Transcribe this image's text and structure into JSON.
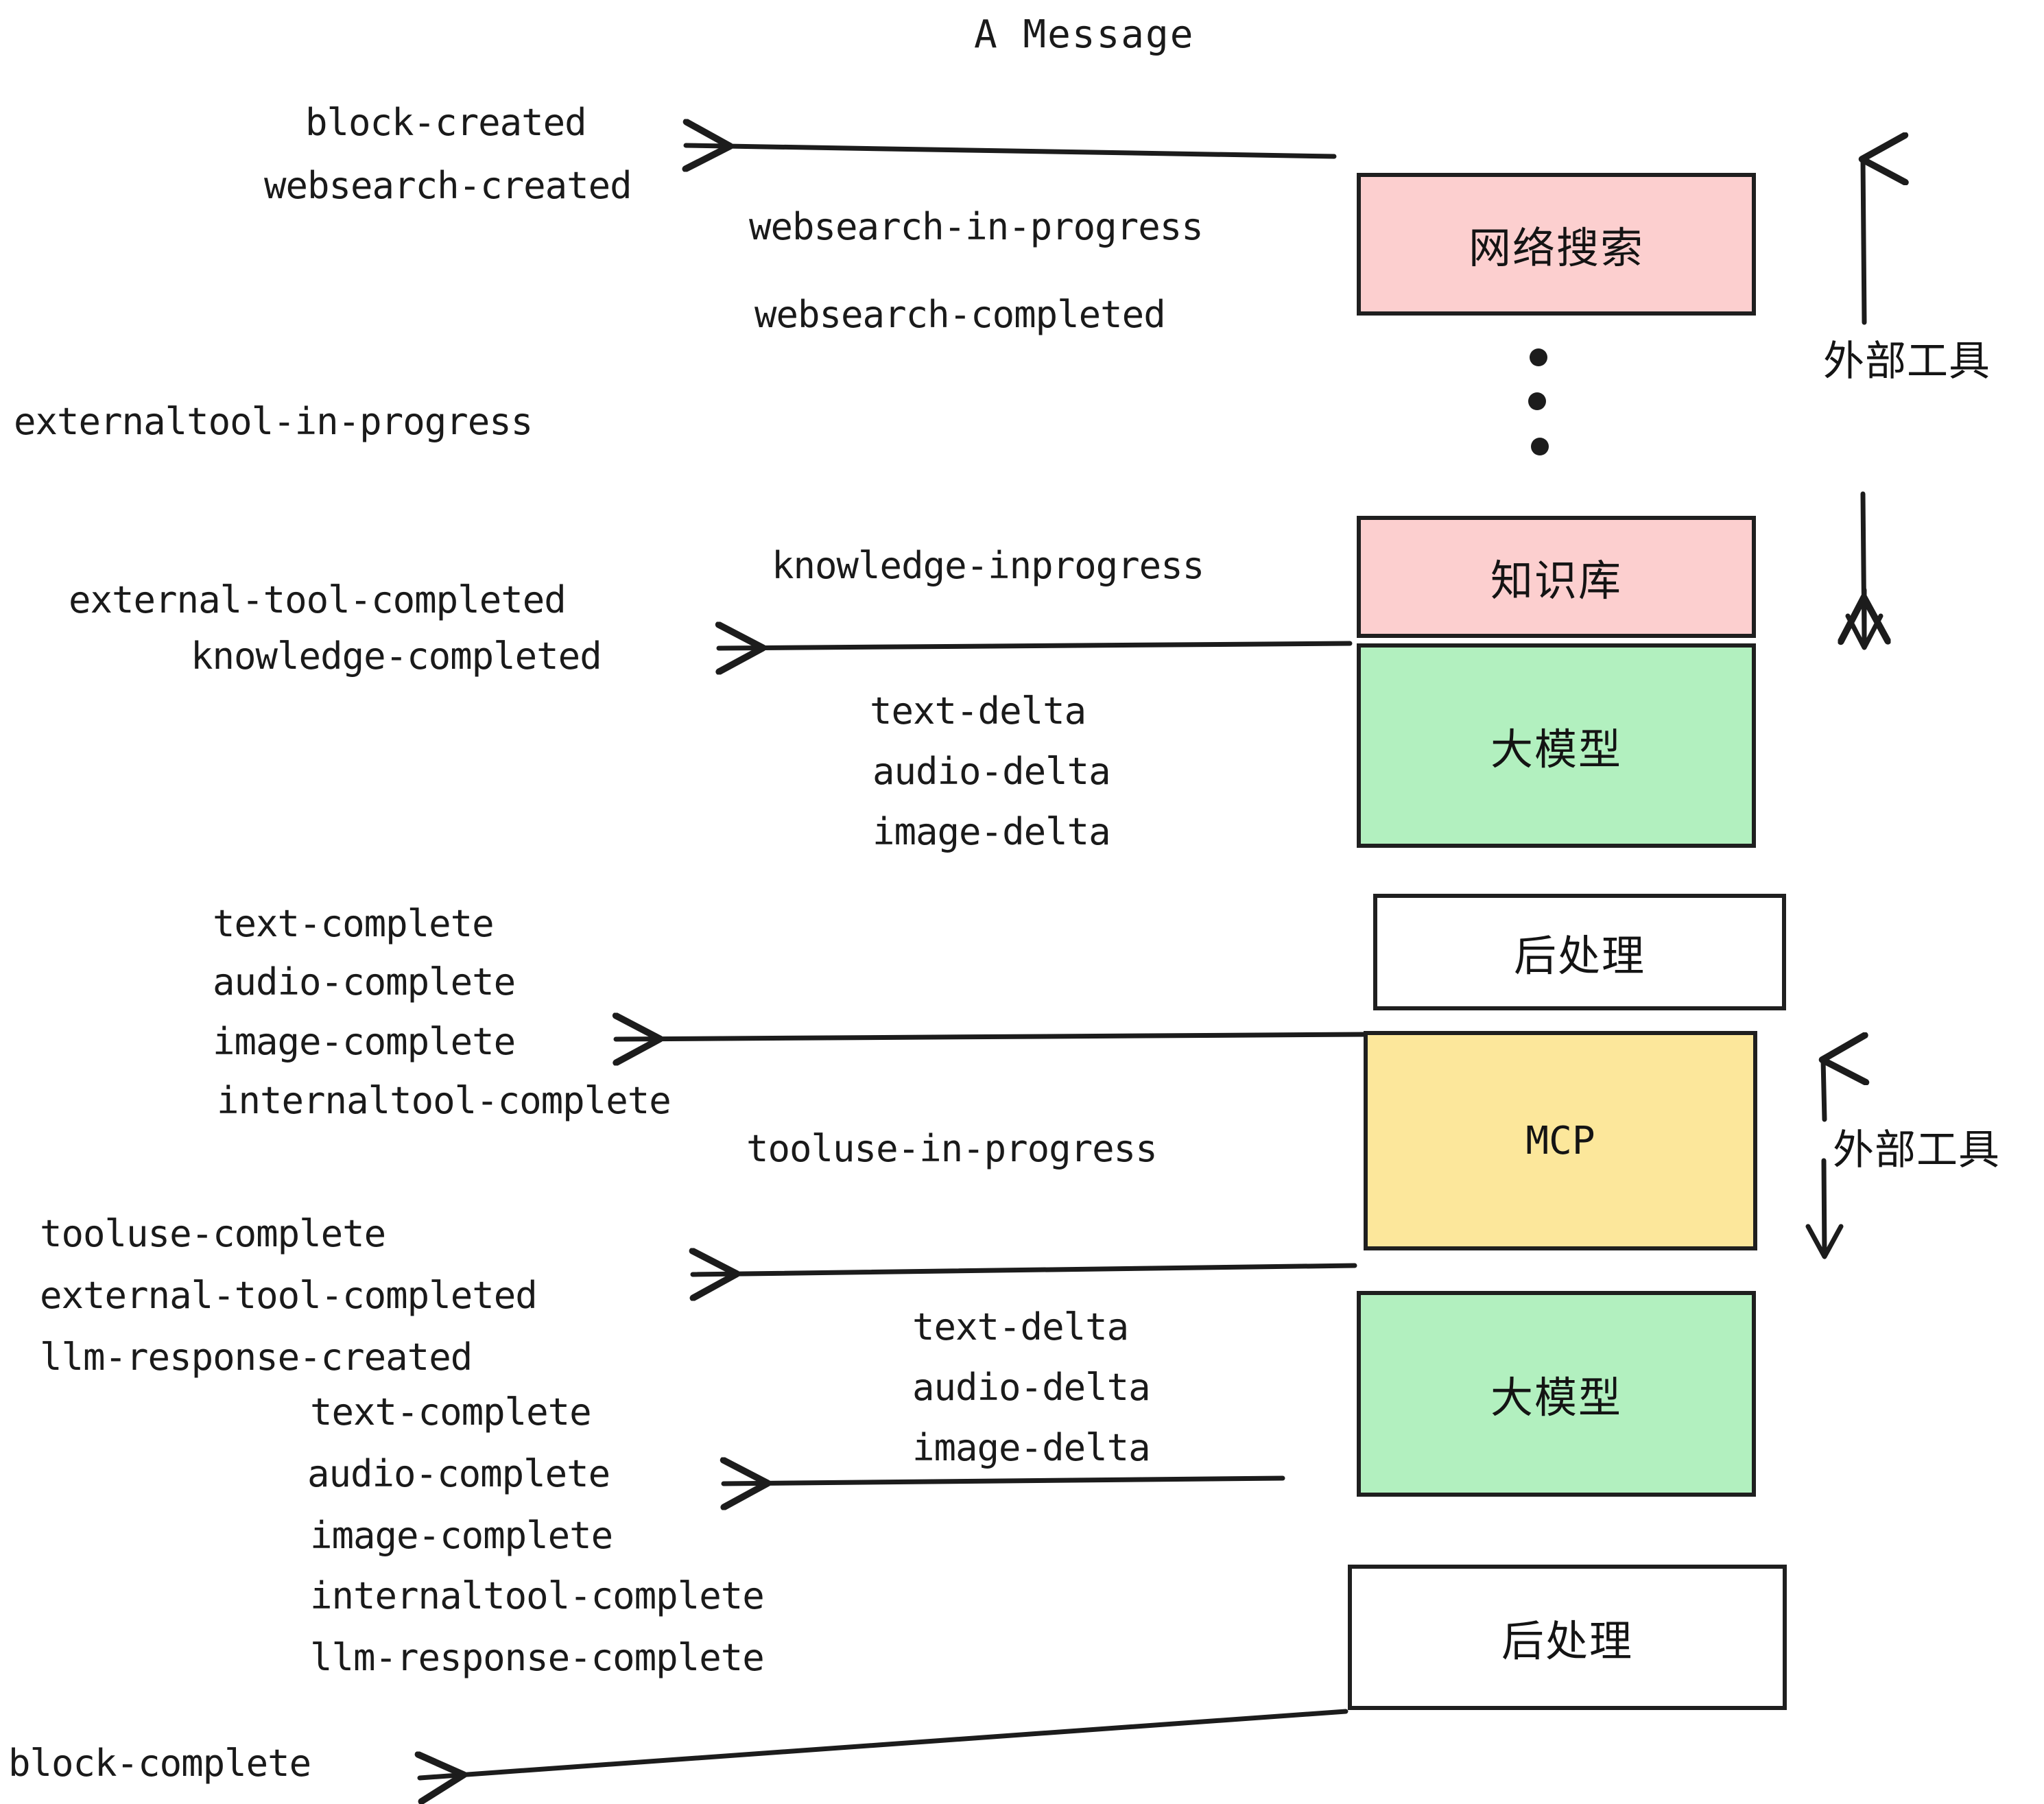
{
  "title": "A Message",
  "colors": {
    "pink": "#fccfcf",
    "green": "#b2f0bf",
    "yellow": "#fce79b",
    "white": "#ffffff",
    "stroke": "#1f1f1f",
    "text": "#1a1a1a",
    "background": "#ffffff"
  },
  "nodes": [
    {
      "id": "websearch",
      "label": "网络搜索",
      "fill": "pink"
    },
    {
      "id": "knowledge",
      "label": "知识库",
      "fill": "pink"
    },
    {
      "id": "llm-1",
      "label": "大模型",
      "fill": "green"
    },
    {
      "id": "postprocess-1",
      "label": "后处理",
      "fill": "white"
    },
    {
      "id": "mcp",
      "label": "MCP",
      "fill": "yellow"
    },
    {
      "id": "llm-2",
      "label": "大模型",
      "fill": "green"
    },
    {
      "id": "postprocess-2",
      "label": "后处理",
      "fill": "white"
    }
  ],
  "group_labels": [
    {
      "id": "external-tools-top",
      "label": "外部工具"
    },
    {
      "id": "external-tools-bottom",
      "label": "外部工具"
    }
  ],
  "events": [
    {
      "id": "e01",
      "text": "block-created"
    },
    {
      "id": "e02",
      "text": "websearch-created"
    },
    {
      "id": "e03",
      "text": "websearch-in-progress"
    },
    {
      "id": "e04",
      "text": "websearch-completed"
    },
    {
      "id": "e05",
      "text": "externaltool-in-progress"
    },
    {
      "id": "e06",
      "text": "knowledge-inprogress"
    },
    {
      "id": "e07",
      "text": "external-tool-completed"
    },
    {
      "id": "e08",
      "text": "knowledge-completed"
    },
    {
      "id": "e09",
      "text": "text-delta"
    },
    {
      "id": "e10",
      "text": "audio-delta"
    },
    {
      "id": "e11",
      "text": "image-delta"
    },
    {
      "id": "e12",
      "text": "text-complete"
    },
    {
      "id": "e13",
      "text": "audio-complete"
    },
    {
      "id": "e14",
      "text": "image-complete"
    },
    {
      "id": "e15",
      "text": "internaltool-complete"
    },
    {
      "id": "e16",
      "text": "tooluse-in-progress"
    },
    {
      "id": "e17",
      "text": "tooluse-complete"
    },
    {
      "id": "e18",
      "text": "external-tool-completed"
    },
    {
      "id": "e19",
      "text": "llm-response-created"
    },
    {
      "id": "e20",
      "text": "text-complete"
    },
    {
      "id": "e21",
      "text": "audio-complete"
    },
    {
      "id": "e22",
      "text": "image-complete"
    },
    {
      "id": "e23",
      "text": "internaltool-complete"
    },
    {
      "id": "e24",
      "text": "llm-response-complete"
    },
    {
      "id": "e25",
      "text": "text-delta"
    },
    {
      "id": "e26",
      "text": "audio-delta"
    },
    {
      "id": "e27",
      "text": "image-delta"
    },
    {
      "id": "e28",
      "text": "block-complete"
    }
  ]
}
